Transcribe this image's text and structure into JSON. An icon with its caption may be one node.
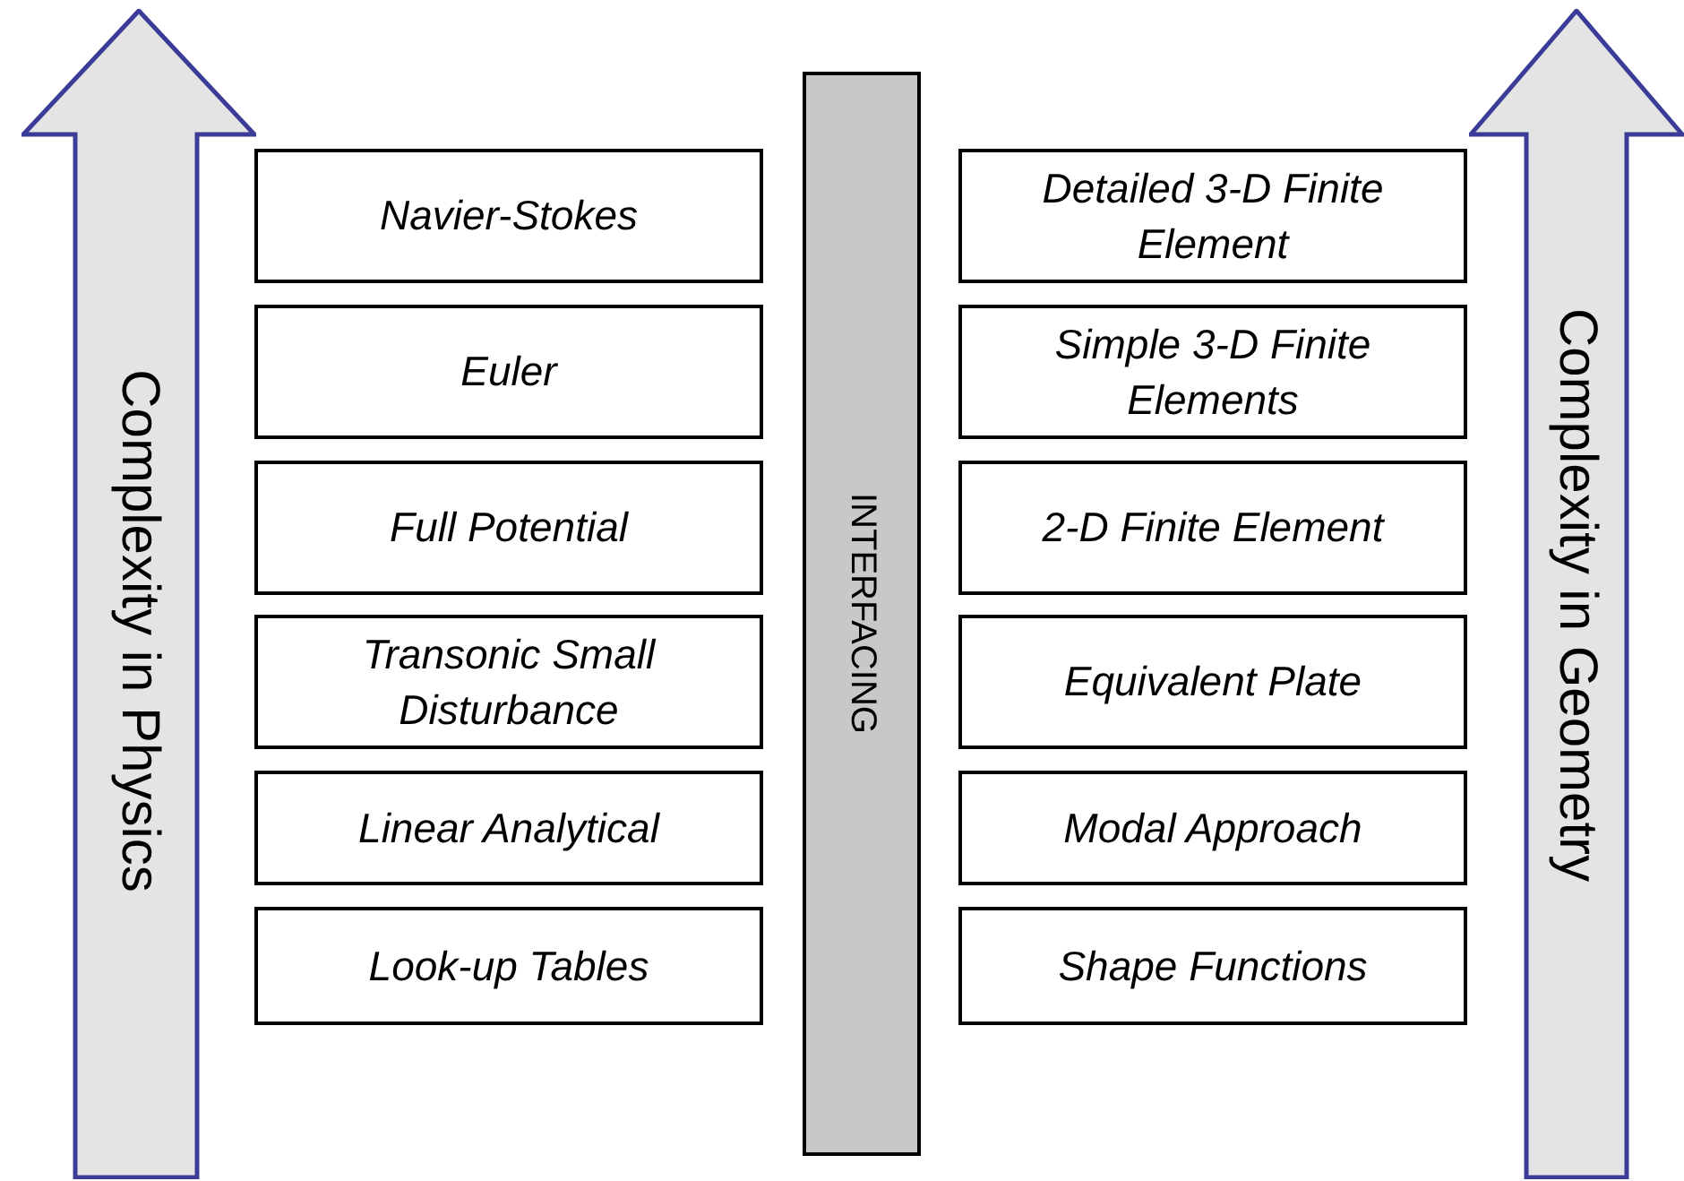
{
  "diagram": {
    "nodes": [
      {
        "text": [
          "Complexity in Physics"
        ]
      },
      {
        "text": [
          "Navier-Stokes"
        ]
      },
      {
        "text": [
          "Euler"
        ]
      },
      {
        "text": [
          "Full Potential"
        ]
      },
      {
        "text": [
          "Transonic Small Disturbance"
        ]
      },
      {
        "text": [
          "Linear Analytical"
        ]
      },
      {
        "text": [
          "Look-up Tables"
        ]
      },
      {
        "text": [
          "INTERFACING"
        ]
      },
      {
        "text": [
          "Detailed 3-D Finite Element"
        ]
      },
      {
        "text": [
          "Simple 3-D Finite Elements"
        ]
      },
      {
        "text": [
          "2-D Finite Element"
        ]
      },
      {
        "text": [
          "Equivalent Plate"
        ]
      },
      {
        "text": [
          "Modal Approach"
        ]
      },
      {
        "text": [
          "Shape Functions"
        ]
      },
      {
        "text": [
          "Complexity in Geometry"
        ]
      }
    ]
  }
}
